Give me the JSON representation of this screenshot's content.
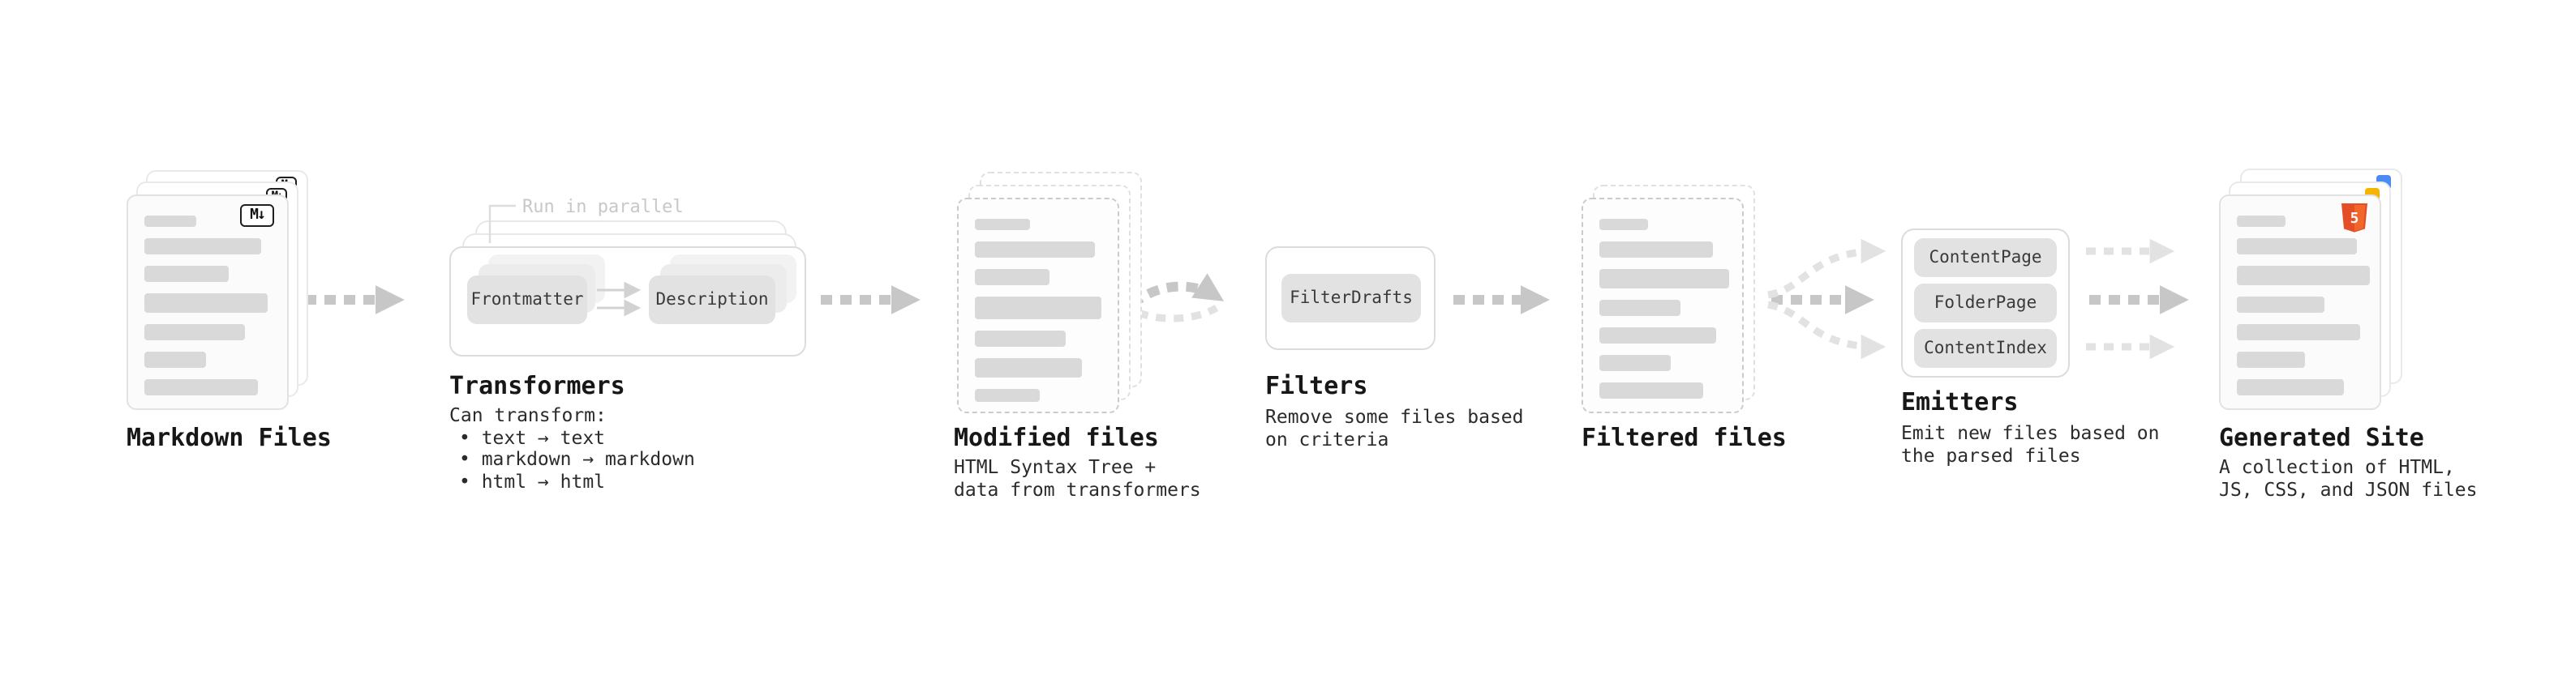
{
  "stages": {
    "markdown_files": {
      "label": "Markdown Files",
      "badge": "M↓"
    },
    "transformers": {
      "label": "Transformers",
      "callout": "Run in parallel",
      "nodes": [
        "Frontmatter",
        "Description"
      ],
      "caption_title": "Can transform:",
      "bullets": [
        "• text → text",
        "• markdown → markdown",
        "• html → html"
      ]
    },
    "modified_files": {
      "label": "Modified files",
      "caption": "HTML Syntax Tree +\ndata from transformers"
    },
    "filters": {
      "label": "Filters",
      "nodes": [
        "FilterDrafts"
      ],
      "caption": "Remove some files based\non criteria"
    },
    "filtered_files": {
      "label": "Filtered files"
    },
    "emitters": {
      "label": "Emitters",
      "nodes": [
        "ContentPage",
        "FolderPage",
        "ContentIndex"
      ],
      "caption": "Emit new files based on\nthe parsed files"
    },
    "generated_site": {
      "label": "Generated Site",
      "badge_glyph": "5",
      "caption": "A collection of HTML,\nJS, CSS, and JSON files"
    }
  },
  "colors": {
    "arrow": "#c7c7c7",
    "arrow_light": "#e2e2e2",
    "card_border": "#e2e2e2",
    "dashed_border": "#cbcbcb",
    "bar_fill": "#d9d9d9",
    "node_bg": "#e2e2e2",
    "text": "#1a1a1a",
    "muted": "#c8c8c8",
    "html5_orange": "#e44d26"
  }
}
